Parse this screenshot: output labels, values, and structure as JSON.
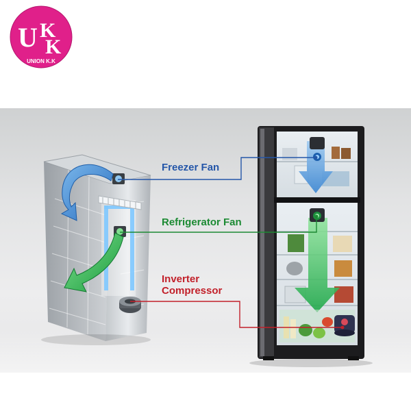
{
  "logo": {
    "letters": [
      "U",
      "K",
      "K"
    ],
    "caption": "UNION K.K",
    "color": "#e0208a"
  },
  "callouts": {
    "freezer_fan": {
      "label": "Freezer Fan",
      "color": "#2456a8"
    },
    "refrigerator_fan": {
      "label": "Refrigerator Fan",
      "color": "#1c8a33"
    },
    "inverter_compressor": {
      "lines": [
        "Inverter",
        "Compressor"
      ],
      "color": "#c2202a"
    }
  },
  "colors": {
    "cold_air_blue": "#3f8fd8",
    "airflow_green": "#1faa4a",
    "fridge_body": "#1c1c1e"
  }
}
